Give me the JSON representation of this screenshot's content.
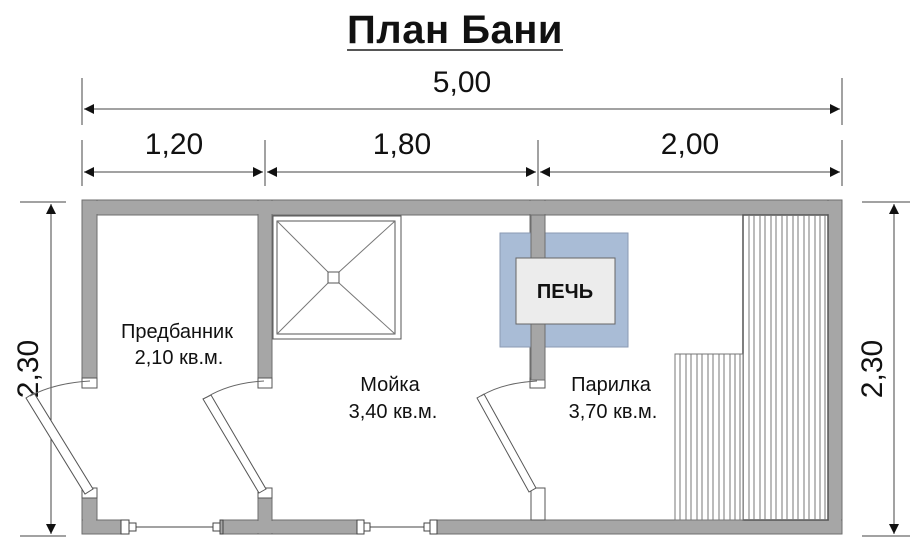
{
  "title": "План Бани",
  "dimensions": {
    "total_width": "5,00",
    "segments": [
      "1,20",
      "1,80",
      "2,00"
    ],
    "height_left": "2,30",
    "height_right": "2,30"
  },
  "rooms": [
    {
      "name": "Предбанник",
      "area": "2,10 кв.м."
    },
    {
      "name": "Мойка",
      "area": "3,40 кв.м."
    },
    {
      "name": "Парилка",
      "area": "3,70 кв.м."
    }
  ],
  "stove": {
    "label": "ПЕЧЬ",
    "color_outer": "#a9bcd6",
    "color_inner": "#ececec"
  },
  "colors": {
    "wall": "#a6a6a6",
    "wall_outline": "#6e6e6e",
    "dimension_line": "#333333",
    "bench_line": "#555555"
  }
}
